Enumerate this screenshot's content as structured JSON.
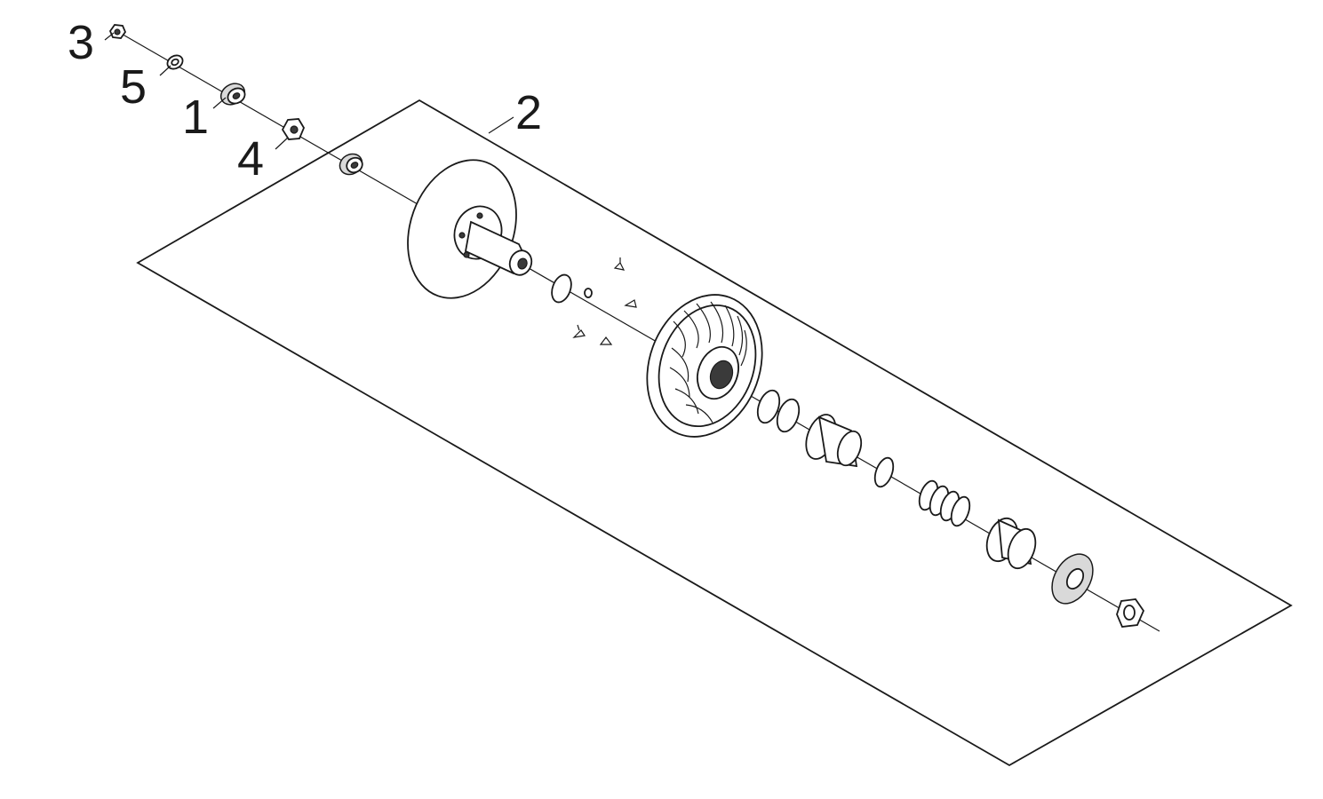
{
  "callouts": [
    {
      "id": "3",
      "label": "3"
    },
    {
      "id": "5",
      "label": "5"
    },
    {
      "id": "1",
      "label": "1"
    },
    {
      "id": "4",
      "label": "4"
    },
    {
      "id": "2",
      "label": "2"
    }
  ],
  "colors": {
    "line": "#1a1a1a",
    "background": "#ffffff",
    "shade": "#d9d9d9"
  }
}
